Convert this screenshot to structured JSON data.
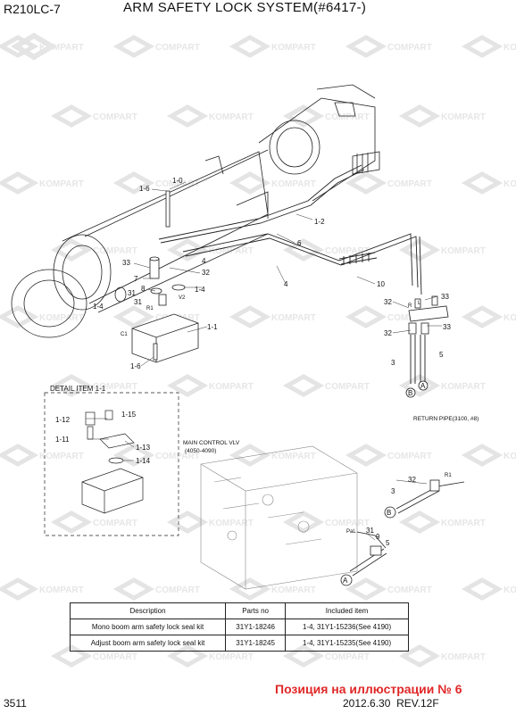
{
  "header": {
    "model": "R210LC-7",
    "title": "ARM SAFETY LOCK SYSTEM(#6417-)"
  },
  "watermark": {
    "text": "KOMPART",
    "text2": "COMPART"
  },
  "callouts": {
    "c1_6a": "1-6",
    "c1_0": "1-0",
    "c1_2": "1-2",
    "c6": "6",
    "c4a": "4",
    "c33a": "33",
    "c4b": "4",
    "c32a": "32",
    "c7": "7",
    "c8": "8",
    "c1_4a": "1-4",
    "c31a": "31",
    "c31b": "31",
    "c1_4b": "1-4",
    "c10": "10",
    "c33b": "33",
    "c32b": "32",
    "c33c": "33",
    "c32c": "32",
    "c1_1": "1-1",
    "c1_6b": "1-6",
    "c3a": "3",
    "c5a": "5",
    "cB1": "B",
    "cA1": "A",
    "c3b": "3",
    "c32d": "32",
    "cB2": "B",
    "c31c": "31",
    "c9": "9",
    "c5b": "5",
    "cA2": "A"
  },
  "port_labels": {
    "r1": "R1",
    "c1": "C1",
    "v2": "V2",
    "r": "R",
    "l": "L",
    "pal": "PaL",
    "r1b": "R1"
  },
  "detail": {
    "heading": "DETAIL ITEM 1-1",
    "items": [
      "1-12",
      "1-15",
      "1-11",
      "1-13",
      "1-14"
    ]
  },
  "notes": {
    "return_pipe": "RETURN PIPE(3100, #8)",
    "main_control_line1": "MAIN CONTROL VLV",
    "main_control_line2": "(4050-4090)"
  },
  "parts_table": {
    "headers": [
      "Description",
      "Parts no",
      "Included item"
    ],
    "rows": [
      [
        "Mono boom arm safety lock seal kit",
        "31Y1-18246",
        "1-4, 31Y1-15236(See 4190)"
      ],
      [
        "Adjust boom arm safety lock seal kit",
        "31Y1-18245",
        "1-4, 31Y1-15235(See 4190)"
      ]
    ]
  },
  "footer": {
    "page": "3511",
    "russian_note": "Позиция на иллюстрации № 6",
    "date": "2012.6.30",
    "rev": "REV.12F"
  }
}
